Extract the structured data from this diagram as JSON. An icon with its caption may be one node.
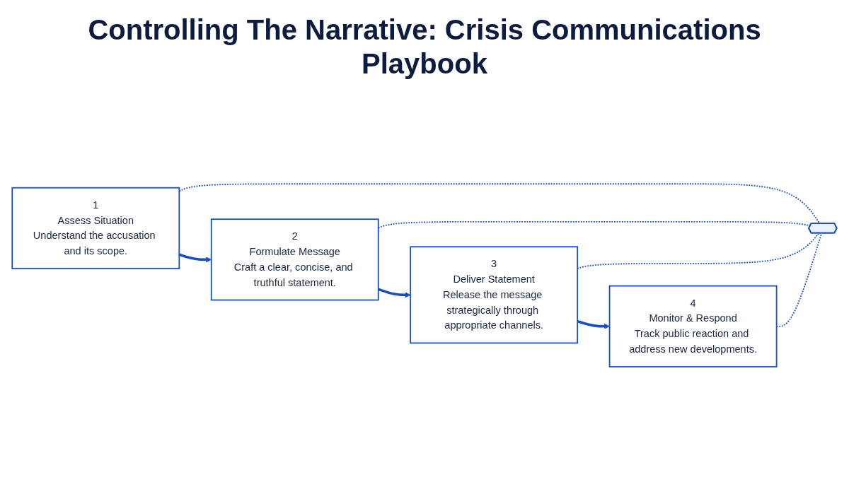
{
  "diagram": {
    "title": "Controlling The Narrative: Crisis Communications Playbook",
    "nodes": [
      {
        "text": [
          "1",
          "Assess Situation",
          "Understand the accusation and its scope."
        ]
      },
      {
        "text": [
          "2",
          "Formulate Message",
          "Craft a clear, concise, and truthful statement."
        ]
      },
      {
        "text": [
          "3",
          "Deliver Statement",
          "Release the message strategically through appropriate channels."
        ]
      },
      {
        "text": [
          "4",
          "Monitor & Respond",
          "Track public reaction and address new developments."
        ]
      },
      {
        "text": [],
        "shape": "shield"
      }
    ],
    "edges": [
      {
        "from": 0,
        "to": 1,
        "arrow": "to",
        "style": "thick"
      },
      {
        "from": 1,
        "to": 2,
        "arrow": "to",
        "style": "thick"
      },
      {
        "from": 2,
        "to": 3,
        "arrow": "to",
        "style": "thick"
      },
      {
        "from": 0,
        "to": 4,
        "arrow": "none",
        "style": "dashed"
      },
      {
        "from": 1,
        "to": 4,
        "arrow": "none",
        "style": "dashed"
      },
      {
        "from": 2,
        "to": 4,
        "arrow": "none",
        "style": "dashed"
      },
      {
        "from": 3,
        "to": 4,
        "arrow": "none",
        "style": "dashed"
      }
    ]
  }
}
